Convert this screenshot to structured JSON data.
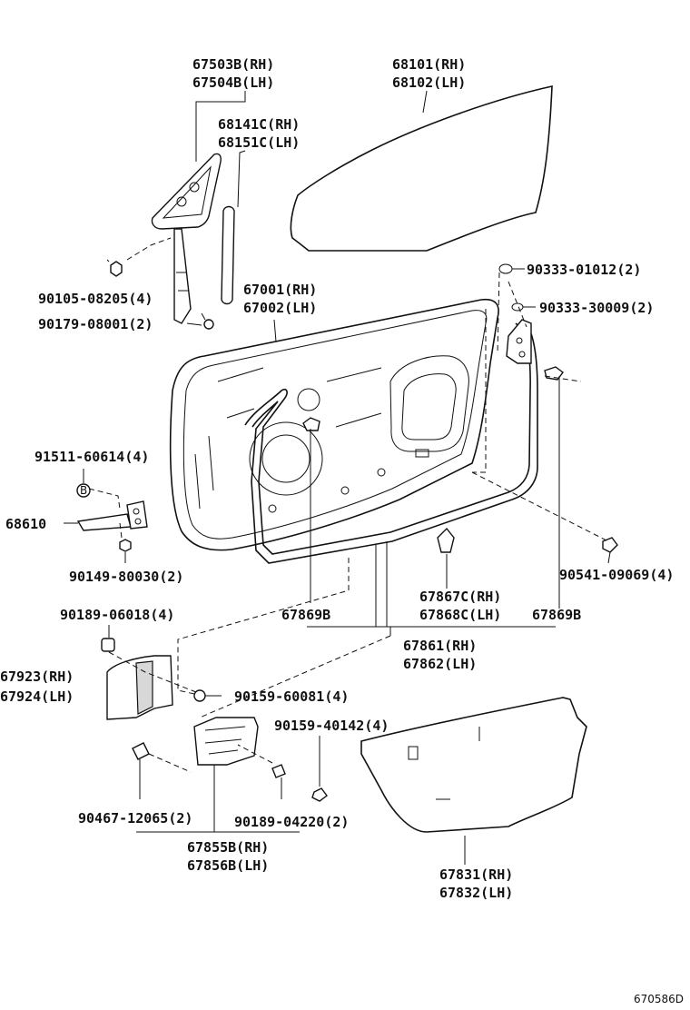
{
  "diagram_id": "670586D",
  "labels": {
    "l67503": [
      "67503B(RH)",
      "67504B(LH)"
    ],
    "l68101": [
      "68101(RH)",
      "68102(LH)"
    ],
    "l68141": [
      "68141C(RH)",
      "68151C(LH)"
    ],
    "l90333a": "90333-01012(2)",
    "l90333b": "90333-30009(2)",
    "l90105": "90105-08205(4)",
    "l67001": [
      "67001(RH)",
      "67002(LH)"
    ],
    "l90179": "90179-08001(2)",
    "l91511": "91511-60614(4)",
    "l68610": "68610",
    "l90149": "90149-80030(2)",
    "l90541": "90541-09069(4)",
    "l67867": [
      "67867C(RH)",
      "67868C(LH)"
    ],
    "l67869a": "67869B",
    "l67869b": "67869B",
    "l90189a": "90189-06018(4)",
    "l67861": [
      "67861(RH)",
      "67862(LH)"
    ],
    "l67923": [
      "67923(RH)",
      "67924(LH)"
    ],
    "l90159a": "90159-60081(4)",
    "l90159b": "90159-40142(4)",
    "l90467": "90467-12065(2)",
    "l90189b": "90189-04220(2)",
    "l67855": [
      "67855B(RH)",
      "67856B(LH)"
    ],
    "l67831": [
      "67831(RH)",
      "67832(LH)"
    ]
  }
}
